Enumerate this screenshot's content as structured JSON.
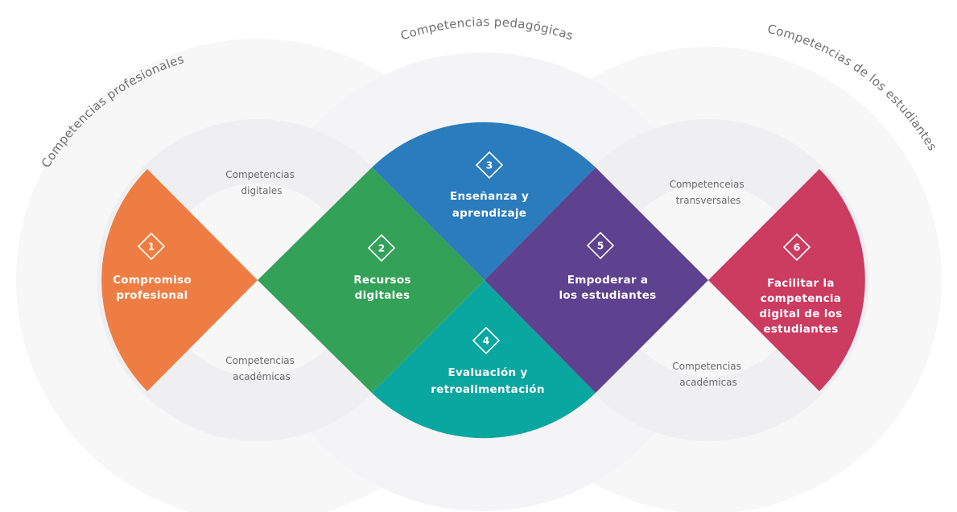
{
  "arcs": {
    "left": "Competencias profesionales",
    "middle": "Competencias pedagógicas",
    "right": "Competencias de los estudiantes"
  },
  "side_labels": {
    "left_top": [
      "Competencias",
      "digitales"
    ],
    "left_bottom": [
      "Competencias",
      "académicas"
    ],
    "right_top": [
      "Competenceias",
      "transversales"
    ],
    "right_bottom": [
      "Competencias",
      "académicas"
    ]
  },
  "segments": [
    {
      "number": "1",
      "lines": [
        "Compromiso",
        "profesional"
      ],
      "color": "#ee7d43"
    },
    {
      "number": "2",
      "lines": [
        "Recursos",
        "digitales"
      ],
      "color": "#33a157"
    },
    {
      "number": "3",
      "lines": [
        "Enseñanza y",
        "aprendizaje"
      ],
      "color": "#2a7cbd"
    },
    {
      "number": "4",
      "lines": [
        "Evaluación y",
        "retroalimentación"
      ],
      "color": "#0aa6a0"
    },
    {
      "number": "5",
      "lines": [
        "Empoderar a",
        "los estudiantes"
      ],
      "color": "#5e418f"
    },
    {
      "number": "6",
      "lines": [
        "Facilitar la",
        "competencia",
        "digital de los",
        "estudiantes"
      ],
      "color": "#cc3b60"
    }
  ],
  "colors": {
    "ring_light": "#f7f7f8",
    "ring_mid": "#efeff1",
    "ring_overlap": "#e9eaed"
  }
}
